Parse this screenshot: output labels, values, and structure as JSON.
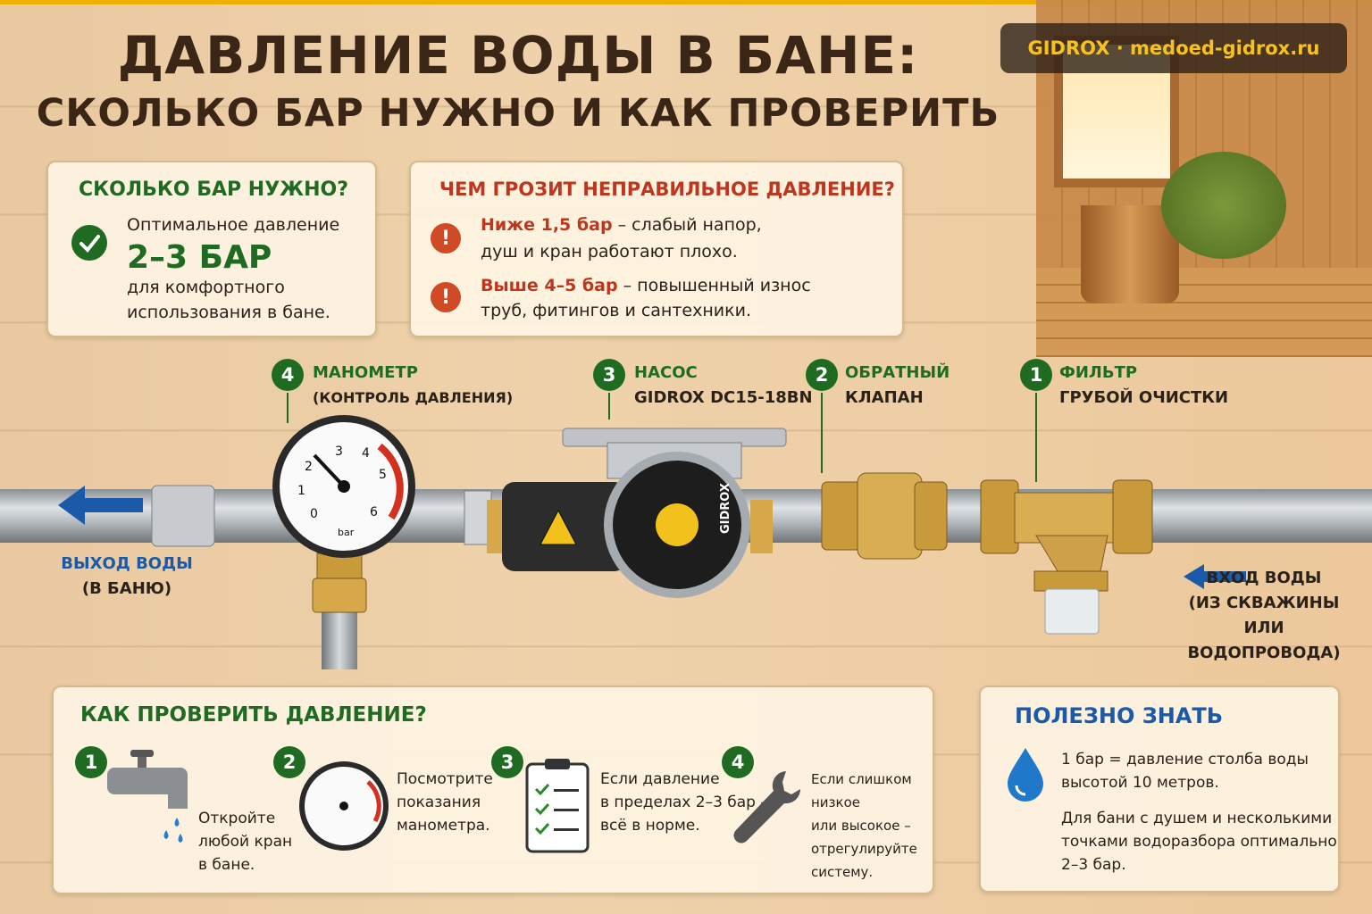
{
  "title": {
    "line1": "ДАВЛЕНИЕ ВОДЫ В БАНЕ:",
    "line2": "СКОЛЬКО БАР НУЖНО И КАК ПРОВЕРИТЬ"
  },
  "brand": "GIDROX  ·  medoed-gidrox.ru",
  "need": {
    "heading": "СКОЛЬКО БАР НУЖНО?",
    "line1": "Оптимальное давление",
    "value": "2–3 БАР",
    "line2": "для комфортного",
    "line3": "использования в бане."
  },
  "risk": {
    "heading": "ЧЕМ ГРОЗИТ НЕПРАВИЛЬНОЕ ДАВЛЕНИЕ?",
    "low_hl": "Ниже 1,5 бар",
    "low_rest": " – слабый напор,",
    "low_line2": "душ и кран работают плохо.",
    "high_hl": "Выше 4–5 бар",
    "high_rest": " – повышенный износ",
    "high_line2": "труб, фитингов и сантехники."
  },
  "components": [
    {
      "num": "4",
      "name": "МАНОМЕТР",
      "sub": "(КОНТРОЛЬ ДАВЛЕНИЯ)"
    },
    {
      "num": "3",
      "name": "НАСОС",
      "sub": "GIDROX DC15-18BN"
    },
    {
      "num": "2",
      "name": "ОБРАТНЫЙ",
      "sub": "КЛАПАН"
    },
    {
      "num": "1",
      "name": "ФИЛЬТР",
      "sub": "ГРУБОЙ ОЧИСТКИ"
    }
  ],
  "flow": {
    "out1": "ВЫХОД ВОДЫ",
    "out2": "(В БАНЮ)",
    "in1": "ВХОД ВОДЫ",
    "in2": "(ИЗ СКВАЖИНЫ",
    "in3": "ИЛИ ВОДОПРОВОДА)"
  },
  "gauge": {
    "ticks": [
      "0",
      "1",
      "2",
      "3",
      "4",
      "5",
      "6"
    ],
    "unit": "bar"
  },
  "pump_brand": "GIDROX",
  "check": {
    "heading": "КАК ПРОВЕРИТЬ ДАВЛЕНИЕ?",
    "steps": [
      {
        "num": "1",
        "t1": "Откройте",
        "t2": "любой кран",
        "t3": "в бане."
      },
      {
        "num": "2",
        "t1": "Посмотрите",
        "t2": "показания",
        "t3": "манометра."
      },
      {
        "num": "3",
        "t1": "Если давление",
        "t2": "в пределах 2–3 бар –",
        "t3": "всё в норме."
      },
      {
        "num": "4",
        "t1": "Если слишком низкое",
        "t2": "или высокое –",
        "t3": "отрегулируйте систему."
      }
    ]
  },
  "useful": {
    "heading": "ПОЛЕЗНО ЗНАТЬ",
    "p1a": "1 бар = давление столба воды",
    "p1b": "высотой 10 метров.",
    "p2a": "Для бани с душем и несколькими",
    "p2b": "точками водоразбора оптимально",
    "p2c": "2–3 бар."
  },
  "colors": {
    "green": "#1f6b22",
    "red": "#c0351e",
    "blue": "#1b5aa8",
    "brand_yellow": "#f7c221"
  }
}
